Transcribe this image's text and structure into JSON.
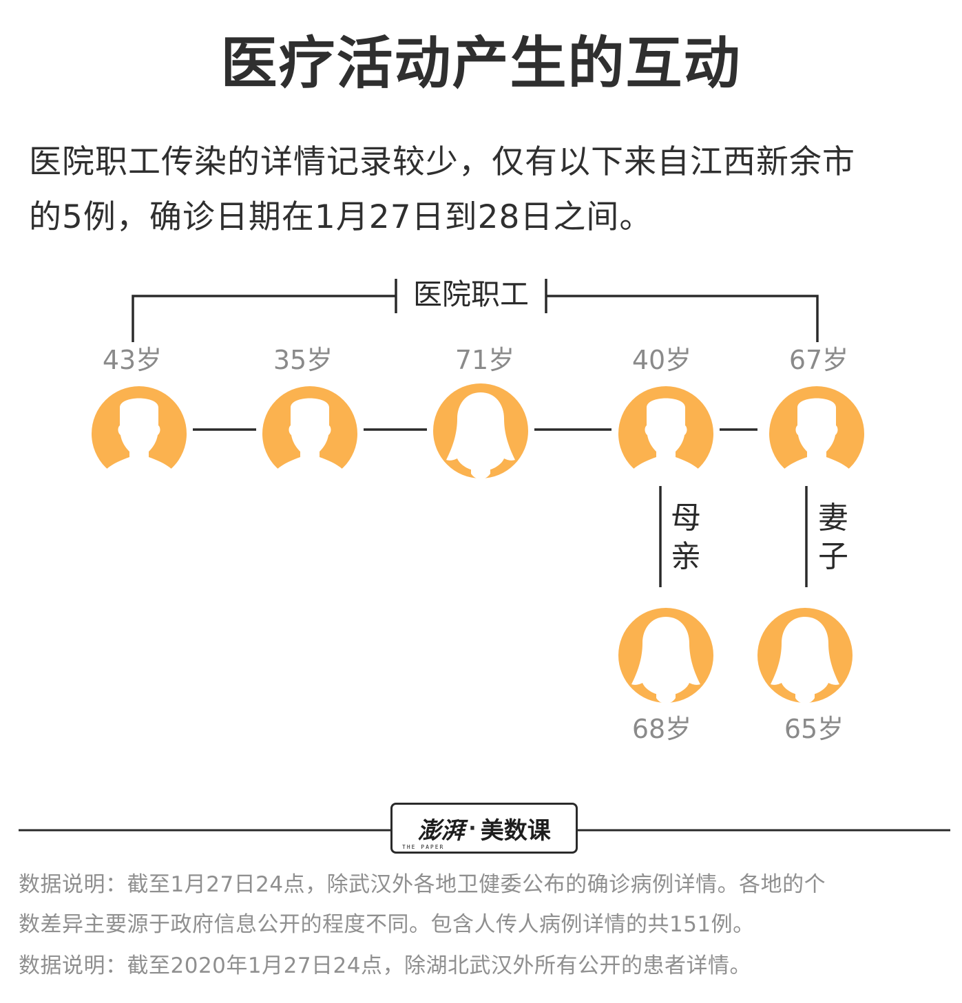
{
  "title": "医疗活动产生的互动",
  "intro": {
    "line1": "医院职工传染的详情记录较少，仅有以下来自江西新余市",
    "line2": "的5例，确诊日期在1月27日到28日之间。"
  },
  "group_label": "医院职工",
  "colors": {
    "avatar": "#fbb24f",
    "line": "#2a2a2a",
    "age": "#8a8a8a"
  },
  "staff": [
    {
      "age": "43岁",
      "icon": "male-avatar-icon"
    },
    {
      "age": "35岁",
      "icon": "male-avatar-icon"
    },
    {
      "age": "71岁",
      "icon": "female-avatar-icon"
    },
    {
      "age": "40岁",
      "icon": "male-avatar-icon"
    },
    {
      "age": "67岁",
      "icon": "male-avatar-icon"
    }
  ],
  "relations": [
    {
      "label_chars": [
        "母",
        "亲"
      ],
      "age": "68岁",
      "icon": "female-avatar-icon"
    },
    {
      "label_chars": [
        "妻",
        "子"
      ],
      "age": "65岁",
      "icon": "female-avatar-icon"
    }
  ],
  "logo": {
    "brand": "澎湃",
    "brand_en": "THE PAPER",
    "dot": "·",
    "column": "美数课"
  },
  "footer": {
    "note1_line1": "数据说明：截至1月27日24点，除武汉外各地卫健委公布的确诊病例详情。各地的个",
    "note1_line2": "数差异主要源于政府信息公开的程度不同。包含人传人病例详情的共151例。",
    "note2": "数据说明：截至2020年1月27日24点，除湖北武汉外所有公开的患者详情。"
  }
}
